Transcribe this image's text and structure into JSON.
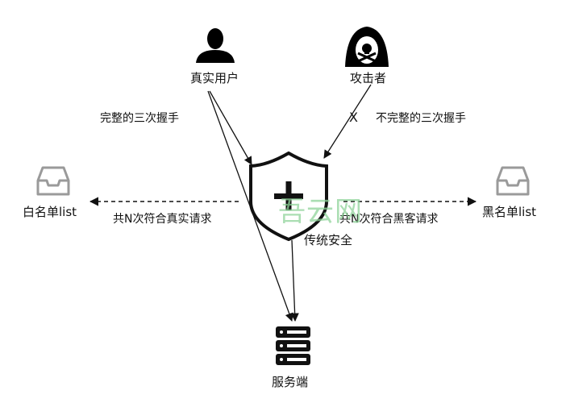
{
  "nodes": {
    "real_user": "真实用户",
    "attacker": "攻击者",
    "traditional_security": "传统安全",
    "server": "服务端",
    "whitelist": "白名单list",
    "blacklist": "黑名单list"
  },
  "edges": {
    "complete_handshake": "完整的三次握手",
    "incomplete_handshake": "不完整的三次握手",
    "blocked_mark": "X",
    "n_real_requests": "共N次符合真实请求",
    "n_hacker_requests": "共N次符合黑客请求"
  },
  "watermark": "吾云网",
  "icons": {
    "user": "user-icon",
    "attacker": "hacker-icon",
    "shield": "shield-plus-icon",
    "server": "server-icon",
    "inbox": "inbox-icon"
  },
  "colors": {
    "stroke": "#111111",
    "icon_gray": "#9a9a9a",
    "watermark": "#8fd49a"
  }
}
